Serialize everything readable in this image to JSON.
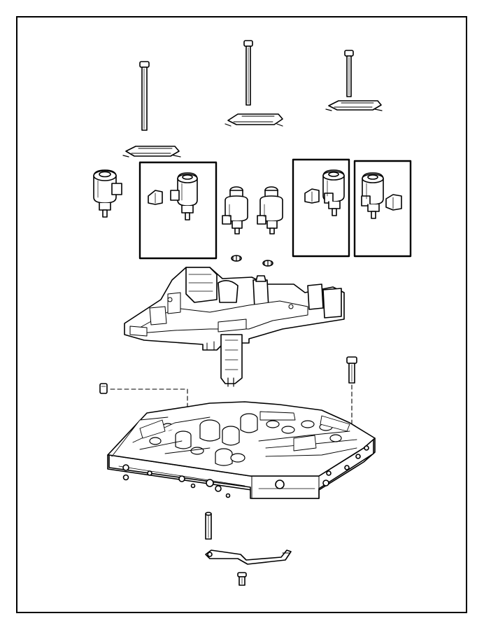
{
  "diagram": {
    "kind": "exploded-parts-view",
    "line_color": "#000000",
    "fill_color": "#ffffff",
    "highlight_boxes": 3,
    "parts": [
      "bolt-long-left",
      "bolt-long-center",
      "bolt-long-right",
      "retainer-left",
      "retainer-center",
      "retainer-right",
      "solenoid-standalone",
      "solenoid-box-1",
      "solenoid-pair-left",
      "solenoid-pair-right",
      "solenoid-box-2",
      "solenoid-box-3",
      "clip-left",
      "clip-right",
      "electrical-plate",
      "plug",
      "bolt-short",
      "valve-body",
      "pin",
      "detent-spring",
      "screw"
    ]
  }
}
